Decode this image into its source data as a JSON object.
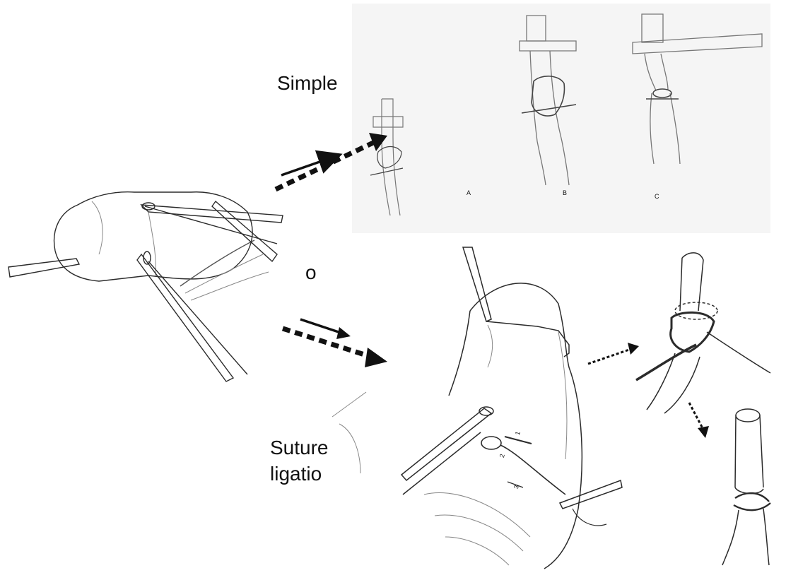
{
  "labels": {
    "simple": "Simple",
    "or": "o",
    "suture_line1": "Suture",
    "suture_line2": "ligatio"
  },
  "panel_letters": [
    "A",
    "B",
    "C"
  ],
  "step_numbers": [
    "1",
    "2",
    "3"
  ],
  "colors": {
    "line": "#2b2b2b",
    "light_line": "#777777",
    "panel_bg": "#f3f3f3",
    "text": "#111111"
  }
}
